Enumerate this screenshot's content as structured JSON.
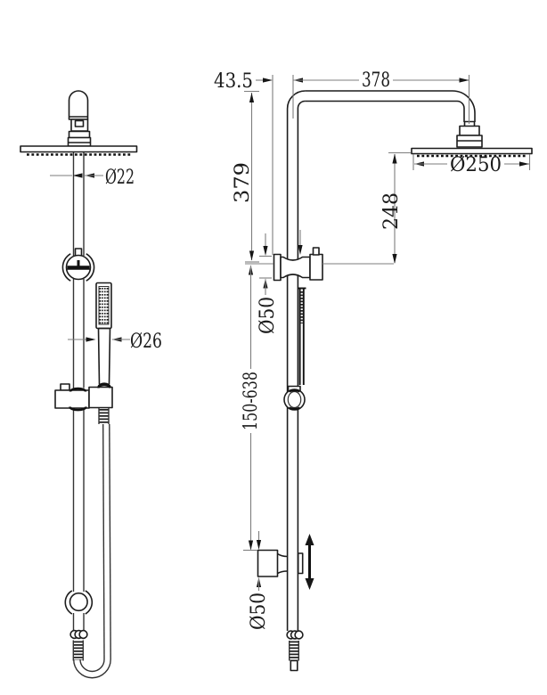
{
  "drawing": {
    "description": "Twin shower column technical drawing, front view and dimensioned side view",
    "background": "#ffffff",
    "line_color": "#1c1c1c",
    "dim_line_color": "#7e7e7e",
    "text_color": "#1a1a1a",
    "views": {
      "front": {
        "name": "front view",
        "dims": {
          "rail_diameter": "Ø22",
          "handshower_diameter": "Ø26"
        }
      },
      "side": {
        "name": "side view",
        "dims": {
          "wall_offset": "43.5",
          "arm_reach": "378",
          "riser_height": "379",
          "head_drop": "248",
          "head_diameter": "Ø250",
          "top_bracket_diameter": "Ø50",
          "adjustable_range": "150-638",
          "bottom_bracket_diameter": "Ø50"
        }
      }
    }
  }
}
